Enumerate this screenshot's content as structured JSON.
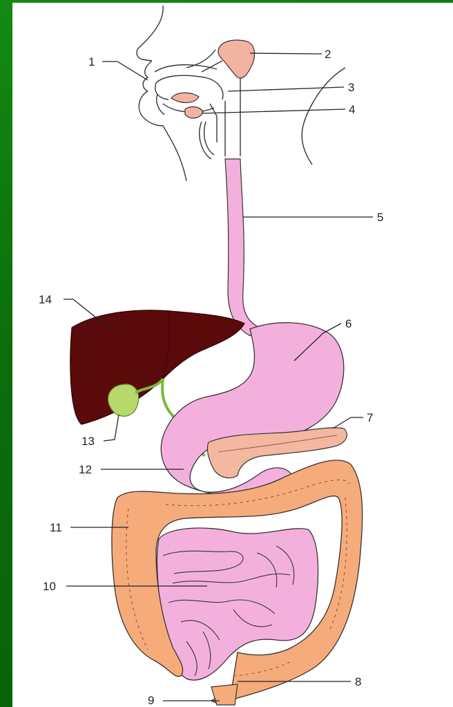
{
  "colors": {
    "background": "#0a6b0a",
    "panel": "#ffffff",
    "liver": "#5a0a0a",
    "gallbladder": "#b6d96a",
    "bile_duct": "#7cb93a",
    "digestive_tract": "#f4b0dc",
    "salivary_gland": "#f2b4a0",
    "pancreas": "#f3b89f",
    "large_intestine": "#f6ab7a",
    "outline": "#333333"
  },
  "labels": [
    {
      "id": "1",
      "text": "1"
    },
    {
      "id": "2",
      "text": "2"
    },
    {
      "id": "3",
      "text": "3"
    },
    {
      "id": "4",
      "text": "4"
    },
    {
      "id": "5",
      "text": "5"
    },
    {
      "id": "6",
      "text": "6"
    },
    {
      "id": "7",
      "text": "7"
    },
    {
      "id": "8",
      "text": "8"
    },
    {
      "id": "9",
      "text": "9"
    },
    {
      "id": "10",
      "text": "10"
    },
    {
      "id": "11",
      "text": "11"
    },
    {
      "id": "12",
      "text": "12"
    },
    {
      "id": "13",
      "text": "13"
    },
    {
      "id": "14",
      "text": "14"
    }
  ]
}
